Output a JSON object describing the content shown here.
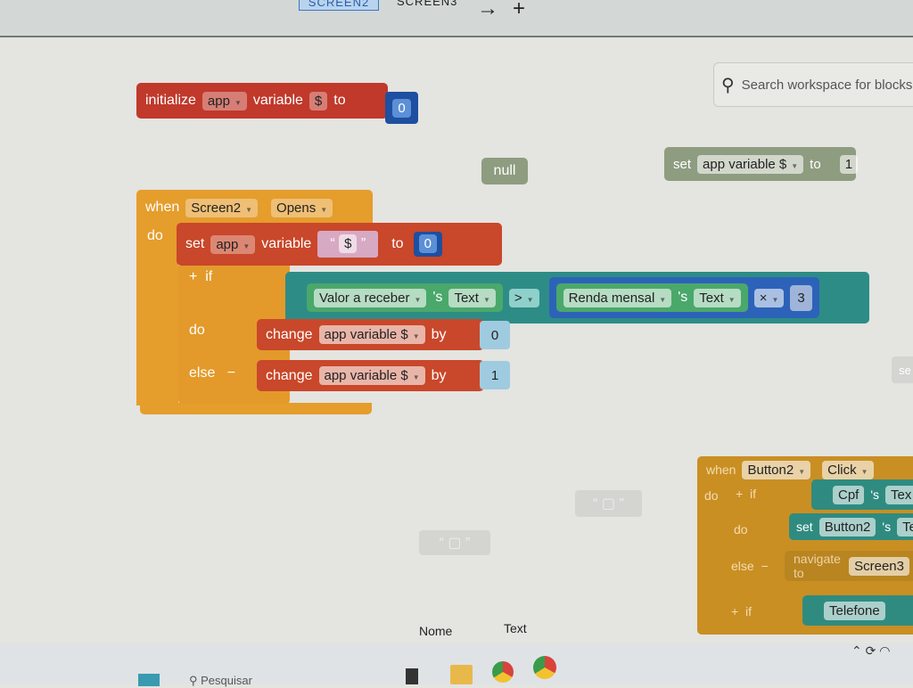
{
  "tabs": {
    "screen2": "SCREEN2",
    "screen3": "SCREEN3",
    "arrow_icon": "arrow-right",
    "add_icon": "plus"
  },
  "search": {
    "placeholder": "Search workspace for blocks"
  },
  "colors": {
    "variable": "#c9472a",
    "control": "#e59d2c",
    "math": "#1e4fa0",
    "logic": "#2e8c86",
    "component": "#4aa86b",
    "disabled": "#8e9c80"
  },
  "init_block": {
    "initialize": "initialize",
    "scope": "app",
    "variable": "variable",
    "name": "$",
    "to": "to",
    "value": "0"
  },
  "null_block": {
    "label": "null"
  },
  "set_disabled": {
    "set": "set",
    "var": "app variable $",
    "to": "to",
    "value": "1"
  },
  "screen_event": {
    "when": "when",
    "component": "Screen2",
    "event": "Opens",
    "do": "do",
    "set": {
      "set": "set",
      "scope": "app",
      "variable": "variable",
      "name": "$",
      "to": "to",
      "value": "0"
    },
    "if": {
      "if": "if",
      "do": "do",
      "else": "else",
      "left_component": "Valor a receber",
      "s": "'s",
      "left_prop": "Text",
      "op": ">",
      "right_component": "Renda mensal",
      "right_prop": "Text",
      "mul": "×",
      "factor": "3"
    },
    "change_do": {
      "change": "change",
      "var": "app variable $",
      "by": "by",
      "value": "0"
    },
    "change_else": {
      "change": "change",
      "var": "app variable $",
      "by": "by",
      "value": "1"
    }
  },
  "button_event": {
    "when": "when",
    "component": "Button2",
    "event": "Click",
    "do": "do",
    "if": "if",
    "do2": "do",
    "else": "else",
    "cpf": "Cpf",
    "s": "'s",
    "text_partial": "Tex",
    "set": "set",
    "set_comp": "Button2",
    "set_prop": "Te",
    "navigate": "navigate to",
    "screen": "Screen3",
    "if2": "if",
    "telefone": "Telefone"
  },
  "loose_blocks": {
    "nome": "Nome",
    "text": "Text",
    "partial_set": "se"
  },
  "taskbar": {
    "search": "Pesquisar"
  }
}
